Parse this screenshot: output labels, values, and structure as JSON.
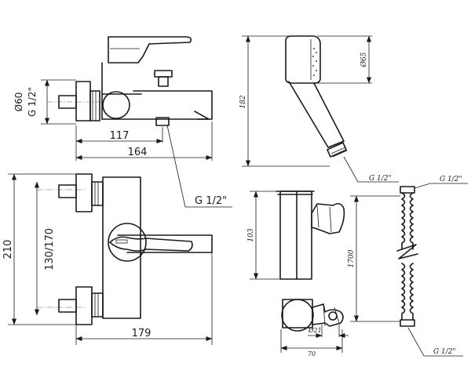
{
  "faucet_side": {
    "thread": "G 1/2\"",
    "diameter": "Ø60",
    "dim_center": "117",
    "dim_overall": "164",
    "outlet_thread": "G 1/2\""
  },
  "faucet_front": {
    "height": "210",
    "centers": "130/170",
    "width": "179"
  },
  "hand_shower": {
    "length": "182",
    "head_diameter": "Ø65",
    "thread": "G 1/2\""
  },
  "holder": {
    "height": "103",
    "diameter": "Ø21",
    "width": "70"
  },
  "hose": {
    "thread_top": "G 1/2\"",
    "length": "1700",
    "thread_bottom": "G 1/2\""
  }
}
